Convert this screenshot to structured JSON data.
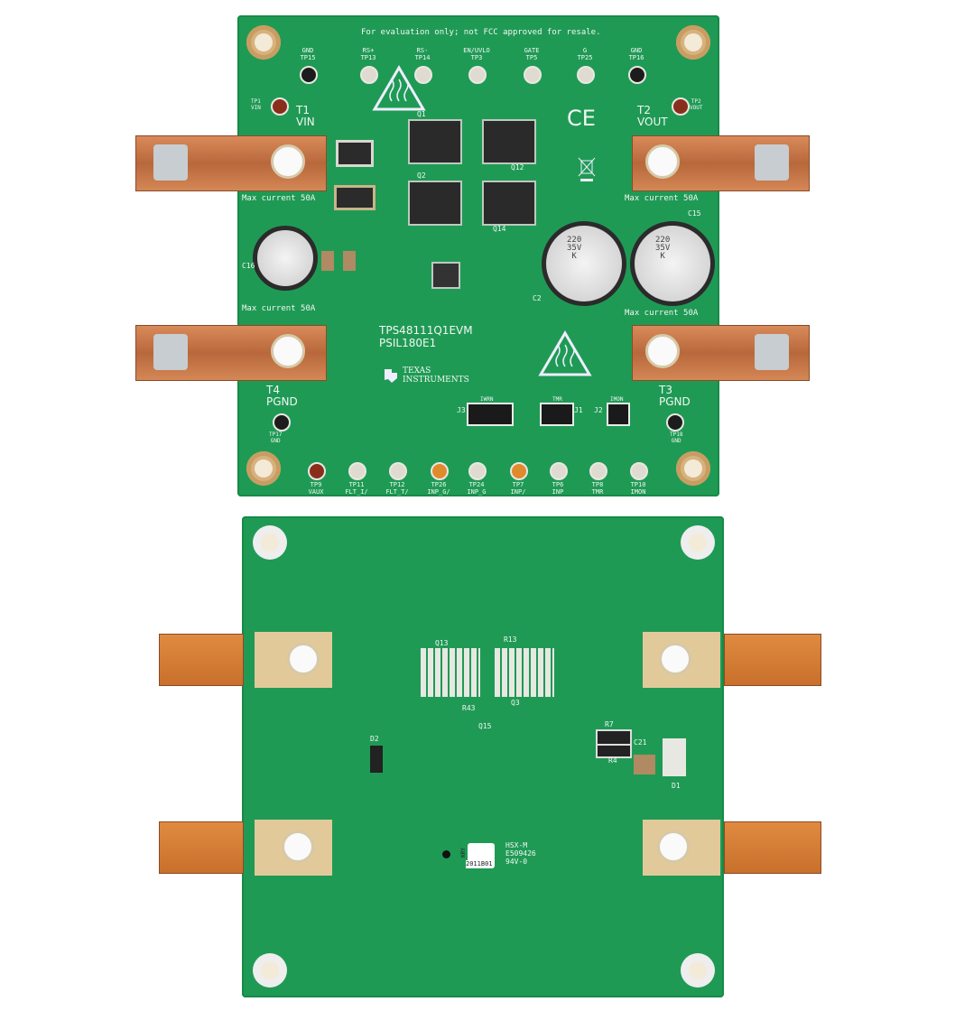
{
  "top_board": {
    "notice": "For evaluation only; not FCC approved for resale.",
    "top_test_points": [
      {
        "label": "GND\nTP15",
        "color": "#1c1c1c"
      },
      {
        "label": "RS+\nTP13",
        "color": "#e0dbd0"
      },
      {
        "label": "RS-\nTP14",
        "color": "#e0dbd0"
      },
      {
        "label": "EN/UVLO\nTP3",
        "color": "#e0dbd0"
      },
      {
        "label": "GATE\nTP5",
        "color": "#e0dbd0"
      },
      {
        "label": "G\nTP25",
        "color": "#e0dbd0"
      },
      {
        "label": "GND\nTP16",
        "color": "#1c1c1c"
      }
    ],
    "bottom_test_points": [
      {
        "label": "TP9\nVAUX",
        "color": "#8a2e1c"
      },
      {
        "label": "TP11\nFLT_I/",
        "color": "#e0dbd0"
      },
      {
        "label": "TP12\nFLT_T/",
        "color": "#e0dbd0"
      },
      {
        "label": "TP26\nINP_G/",
        "color": "#e08a2e"
      },
      {
        "label": "TP24\nINP_G",
        "color": "#e0dbd0"
      },
      {
        "label": "TP7\nINP/",
        "color": "#e08a2e"
      },
      {
        "label": "TP6\nINP",
        "color": "#e0dbd0"
      },
      {
        "label": "TP8\nTMR",
        "color": "#e0dbd0"
      },
      {
        "label": "TP10\nIMON",
        "color": "#e0dbd0"
      }
    ],
    "tp1": "TP1\nVIN",
    "tp2": "TP2\nVOUT",
    "tp17": "TP17\nGND",
    "tp18": "TP18\nGND",
    "t1": "T1\nVIN",
    "t2": "T2\nVOUT",
    "t3": "T3\nPGND",
    "t4": "T4\nPGND",
    "max_current": "Max current 50A",
    "evm_name": "TPS48111Q1EVM",
    "pcb_id": "PSIL180E1",
    "brand": "TEXAS\nINSTRUMENTS",
    "ce_mark": "CE",
    "headers": {
      "j3": "J3",
      "iwrn": "IWRN",
      "j1": "J1",
      "tmr": "TMR",
      "j2": "J2",
      "imon": "IMON"
    },
    "mosfets": [
      "Q1",
      "Q12",
      "Q2",
      "Q14"
    ],
    "caps": [
      "C16",
      "C2",
      "C15"
    ],
    "cap_marking": "220\n35V\nK"
  },
  "bottom_board": {
    "marking": "HSX-M\nE509426\n94V-0",
    "datecode": "2011B01",
    "code_tag": "KRY",
    "refs": [
      "Q13",
      "R13",
      "Q3",
      "R43",
      "Q15",
      "D2",
      "R7",
      "R4",
      "C21",
      "D1"
    ]
  }
}
